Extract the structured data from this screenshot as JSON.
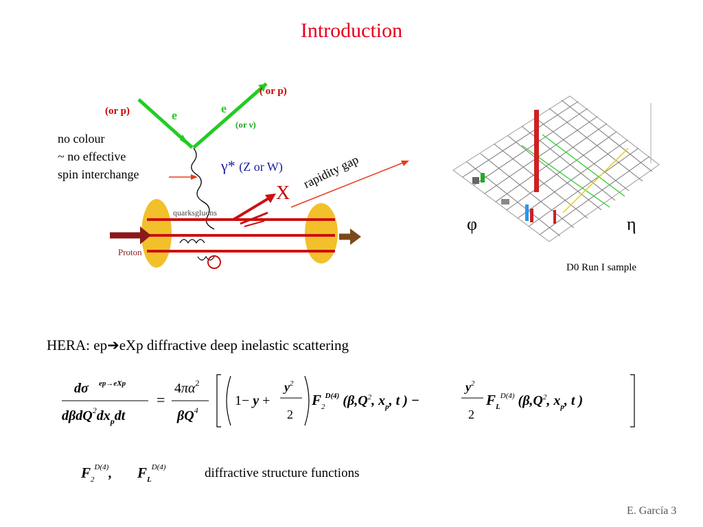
{
  "slide": {
    "title": "Introduction",
    "footer": "E. García  3"
  },
  "diagram": {
    "note_lines": [
      "no colour",
      "~ no effective",
      "spin interchange"
    ],
    "or_p_left": "(or  p)",
    "or_p_right": "( or p)",
    "e_label": "e",
    "e_label_right": "e",
    "or_nu": "(or ν)",
    "gamma": "γ*",
    "gamma_alt": "(Z or W)",
    "x_label": "X",
    "rapidity_gap": "rapidity gap",
    "quarks": "quarks",
    "gluons": "gluons",
    "proton": "Proton",
    "colors": {
      "electron": "#22cc22",
      "proton": "#f2c02a",
      "arrow_red": "#cc1010",
      "gamma": "#1a1aa8"
    }
  },
  "lego_plot": {
    "phi": "φ",
    "eta": "η",
    "caption": "D0 Run I sample"
  },
  "content": {
    "hera_prefix": "HERA:  ep",
    "hera_arrow": "➔",
    "hera_suffix": "eXp diffractive deep inelastic scattering",
    "sf_description": "diffractive structure functions"
  },
  "equation": {
    "lhs_num": "dσ",
    "lhs_sup": "ep→eXp",
    "lhs_den": "dβdQ²dx_p dt",
    "equals": "=",
    "coeff_num": "4πα²",
    "coeff_den": "βQ⁴",
    "term": "1 − y + y²/2",
    "f2": "F2^D(4)(β,Q²,x_p,t)",
    "minus": "−",
    "fl": "FL^D(4)(β,Q²,x_p,t)"
  }
}
